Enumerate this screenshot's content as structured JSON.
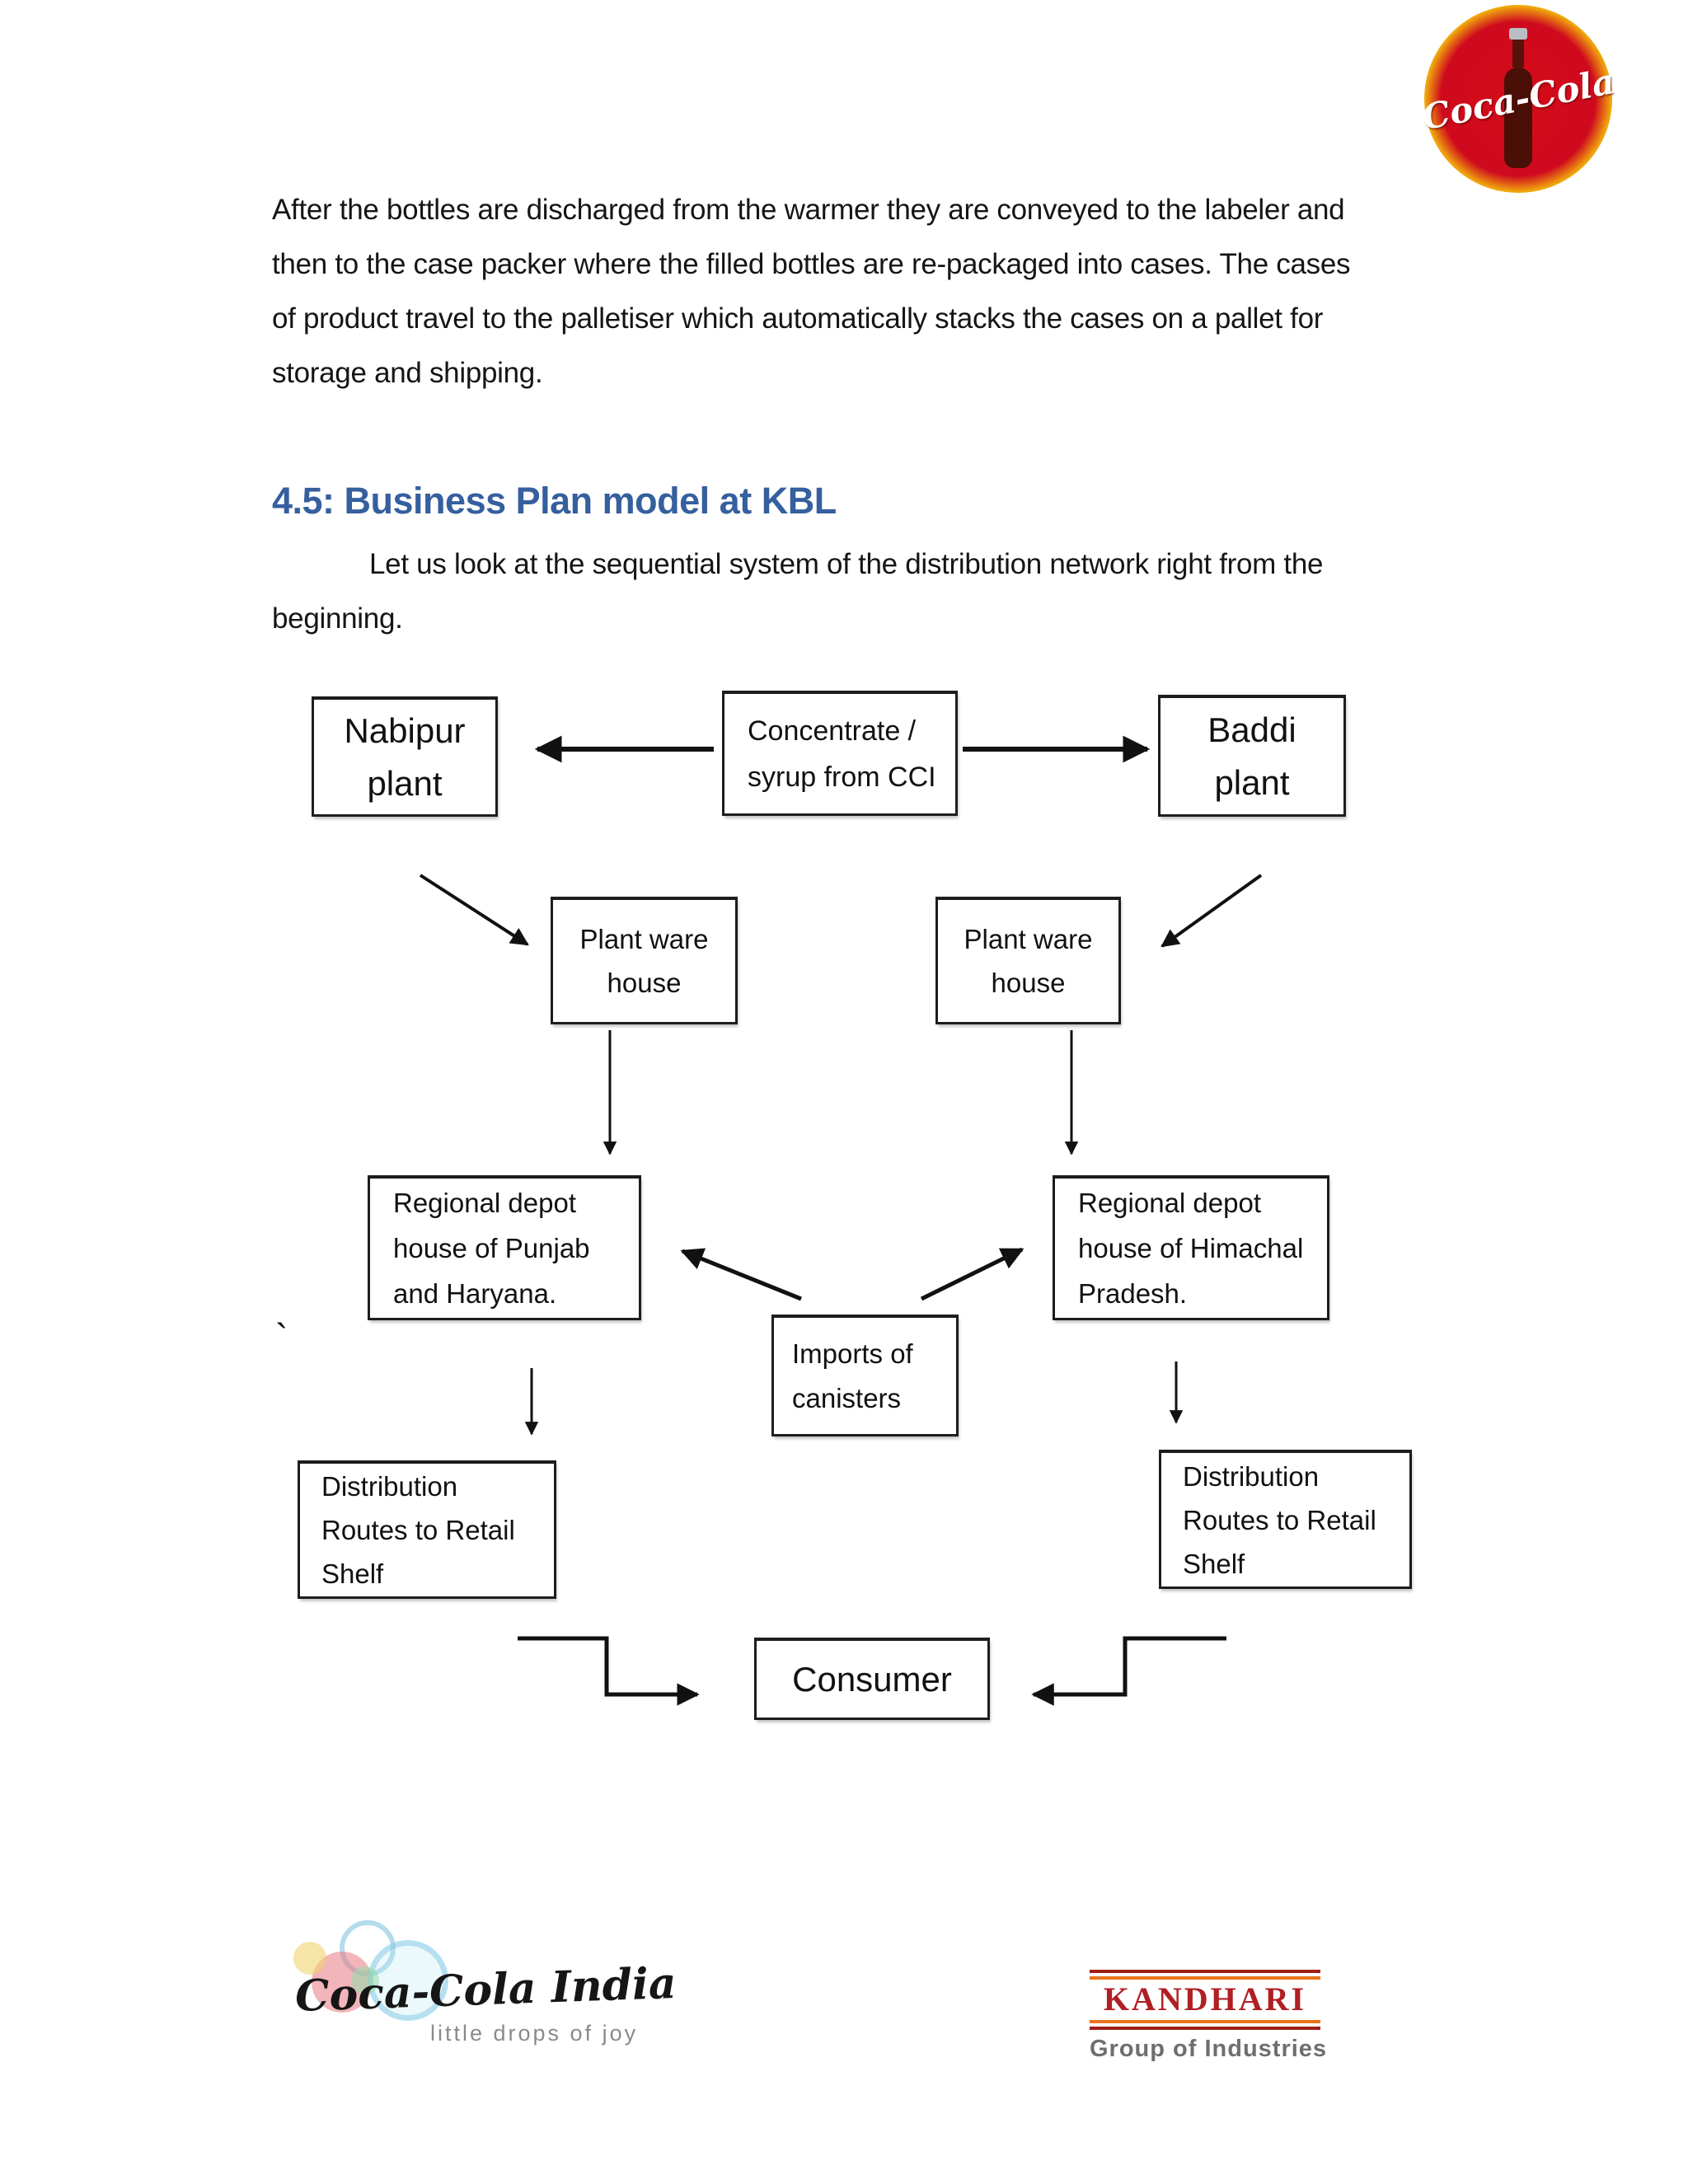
{
  "header": {
    "coke_logo_text": "Coca-Cola"
  },
  "body": {
    "paragraph1": "After the bottles are discharged from the warmer they are conveyed to the labeler and\nthen to the case packer where the filled bottles are re-packaged into cases. The cases\nof product travel to the palletiser which automatically stacks the cases on a pallet for\nstorage and shipping.",
    "section_heading": "4.5: Business Plan model at KBL",
    "paragraph2": "Let us look at the sequential system of the distribution network right from the\nbeginning.",
    "stray_mark": "`"
  },
  "diagram": {
    "boxes": [
      {
        "id": "nabipur-plant",
        "text": "Nabipur\nplant"
      },
      {
        "id": "concentrate-syrup",
        "text": "Concentrate /\nsyrup from CCI"
      },
      {
        "id": "baddi-plant",
        "text": "Baddi\nplant"
      },
      {
        "id": "plant-warehouse-left",
        "text": "Plant ware\nhouse"
      },
      {
        "id": "plant-warehouse-right",
        "text": "Plant ware\nhouse"
      },
      {
        "id": "regional-depot-left",
        "text": "Regional depot\nhouse of Punjab\nand Haryana."
      },
      {
        "id": "regional-depot-right",
        "text": "Regional depot\nhouse of Himachal\nPradesh."
      },
      {
        "id": "imports-canisters",
        "text": "Imports of\ncanisters"
      },
      {
        "id": "distribution-left",
        "text": "Distribution\nRoutes to Retail\nShelf"
      },
      {
        "id": "distribution-right",
        "text": "Distribution\nRoutes to Retail\nShelf"
      },
      {
        "id": "consumer",
        "text": "Consumer"
      }
    ]
  },
  "footer": {
    "coke_india": {
      "brand": "Coca-Cola India",
      "tagline": "little drops of joy"
    },
    "kandhari": {
      "name": "KANDHARI",
      "subtitle": "Group of Industries"
    }
  },
  "colors": {
    "heading_blue": "#355F9E",
    "coke_red": "#D40C18",
    "coke_glow_yellow": "#F0A90C",
    "kandhari_red": "#B01F24",
    "kandhari_line_red": "#9E1F16",
    "kandhari_line_orange": "#E8741C",
    "subtitle_gray": "#6E6E6E"
  }
}
